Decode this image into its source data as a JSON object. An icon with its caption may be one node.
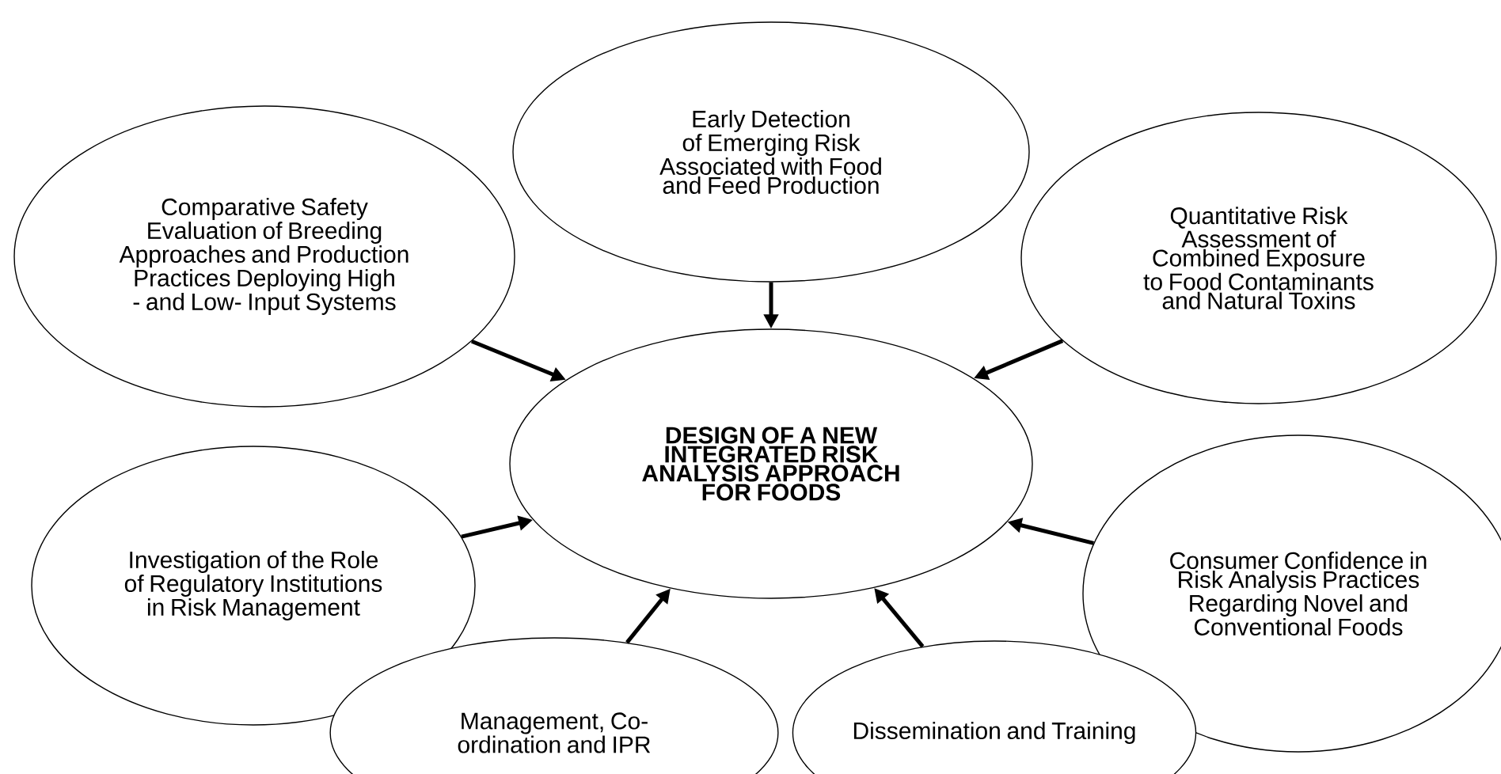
{
  "diagram": {
    "nodes": [
      {
        "text": [
          "Early Detection of Emerging Risk Associated with Food and Feed Production"
        ]
      },
      {
        "text": [
          "Comparative Safety Evaluation of Breeding Approaches and Production Practices Deploying High - and Low- Input Systems"
        ]
      },
      {
        "text": [
          "Quantitative Risk Assessment of Combined Exposure to Food Contaminants and Natural Toxins"
        ]
      },
      {
        "text": [
          "DESIGN OF A NEW INTEGRATED RISK ANALYSIS APPROACH FOR FOODS"
        ]
      },
      {
        "text": [
          "Investigation of the Role of Regulatory Institutions in Risk Management"
        ]
      },
      {
        "text": [
          "Consumer Confidence in Risk Analysis Practices Regarding Novel and Conventional Foods"
        ]
      },
      {
        "text": [
          "Management, Co-ordination and IPR"
        ]
      },
      {
        "text": [
          "Dissemination and Training"
        ]
      }
    ],
    "edges": [
      {
        "from": 0,
        "to": 3,
        "arrow": "to"
      },
      {
        "from": 1,
        "to": 3,
        "arrow": "to"
      },
      {
        "from": 2,
        "to": 3,
        "arrow": "to"
      },
      {
        "from": 4,
        "to": 3,
        "arrow": "to"
      },
      {
        "from": 5,
        "to": 3,
        "arrow": "to"
      },
      {
        "from": 6,
        "to": 3,
        "arrow": "to"
      },
      {
        "from": 7,
        "to": 3,
        "arrow": "to"
      }
    ]
  }
}
